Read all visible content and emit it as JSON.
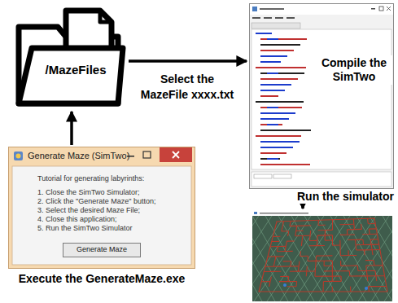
{
  "diagram": {
    "nodes": [
      {
        "text": [
          "/MazeFiles"
        ]
      },
      {
        "text": [
          "Compile the SimTwo"
        ]
      },
      {
        "text": [
          "Run the simulator"
        ]
      },
      {
        "text": [
          "Generate Maze (SimTwo)",
          "Tutorial for generating labyrinths:",
          "1. Close the SimTwo Simulator;",
          "2. Click the \"Generate Maze\" button;",
          "3. Select the desired Maze File;",
          "4. Close this application;",
          "5. Run the SimTwo Simulator",
          "Execute the GenerateMaze.exe"
        ]
      },
      {
        "text": [
          "Generate Maze"
        ],
        "in": 3
      }
    ],
    "edges": [
      {
        "from": 0,
        "to": 1,
        "label": "Select the MazeFile xxxx.txt",
        "arrow": "to"
      },
      {
        "from": 1,
        "to": 2,
        "arrow": "to"
      },
      {
        "from": 3,
        "to": 0,
        "arrow": "to"
      }
    ]
  }
}
